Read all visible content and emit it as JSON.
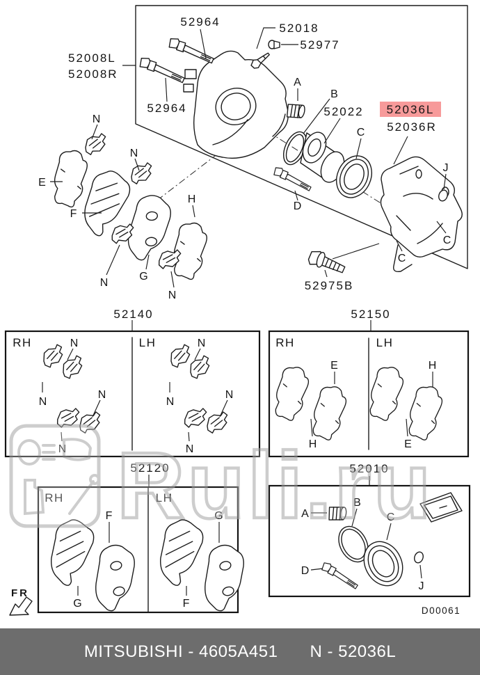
{
  "watermark": {
    "text": "Ruli.ru"
  },
  "footer": {
    "left": "MITSUBISHI - 4605A451",
    "right": "N - 52036L",
    "bg_color": "#6d6d6d",
    "text_color": "#ffffff"
  },
  "misc": {
    "fr": "FR",
    "doc_code": "D00061"
  },
  "sides": {
    "rh": "RH",
    "lh": "LH"
  },
  "letters": {
    "a": "A",
    "b": "B",
    "c": "C",
    "d": "D",
    "e": "E",
    "f": "F",
    "g": "G",
    "h": "H",
    "j": "J",
    "n": "N"
  },
  "parts": {
    "guide_pin": "52964",
    "bleeder_screw": "52018",
    "bleeder_cap": "52977",
    "caliper_left": "52008L",
    "caliper_right": "52008R",
    "piston": "52022",
    "bracket_left": "52036L",
    "bracket_right": "52036R",
    "guide_bolt": "52975B",
    "clip_kit": "52140",
    "shim_kit": "52150",
    "pad_kit": "52120",
    "seal_kit": "52010"
  },
  "highlight": {
    "bg_color": "#f79a9a",
    "text_color": "#c42222"
  }
}
